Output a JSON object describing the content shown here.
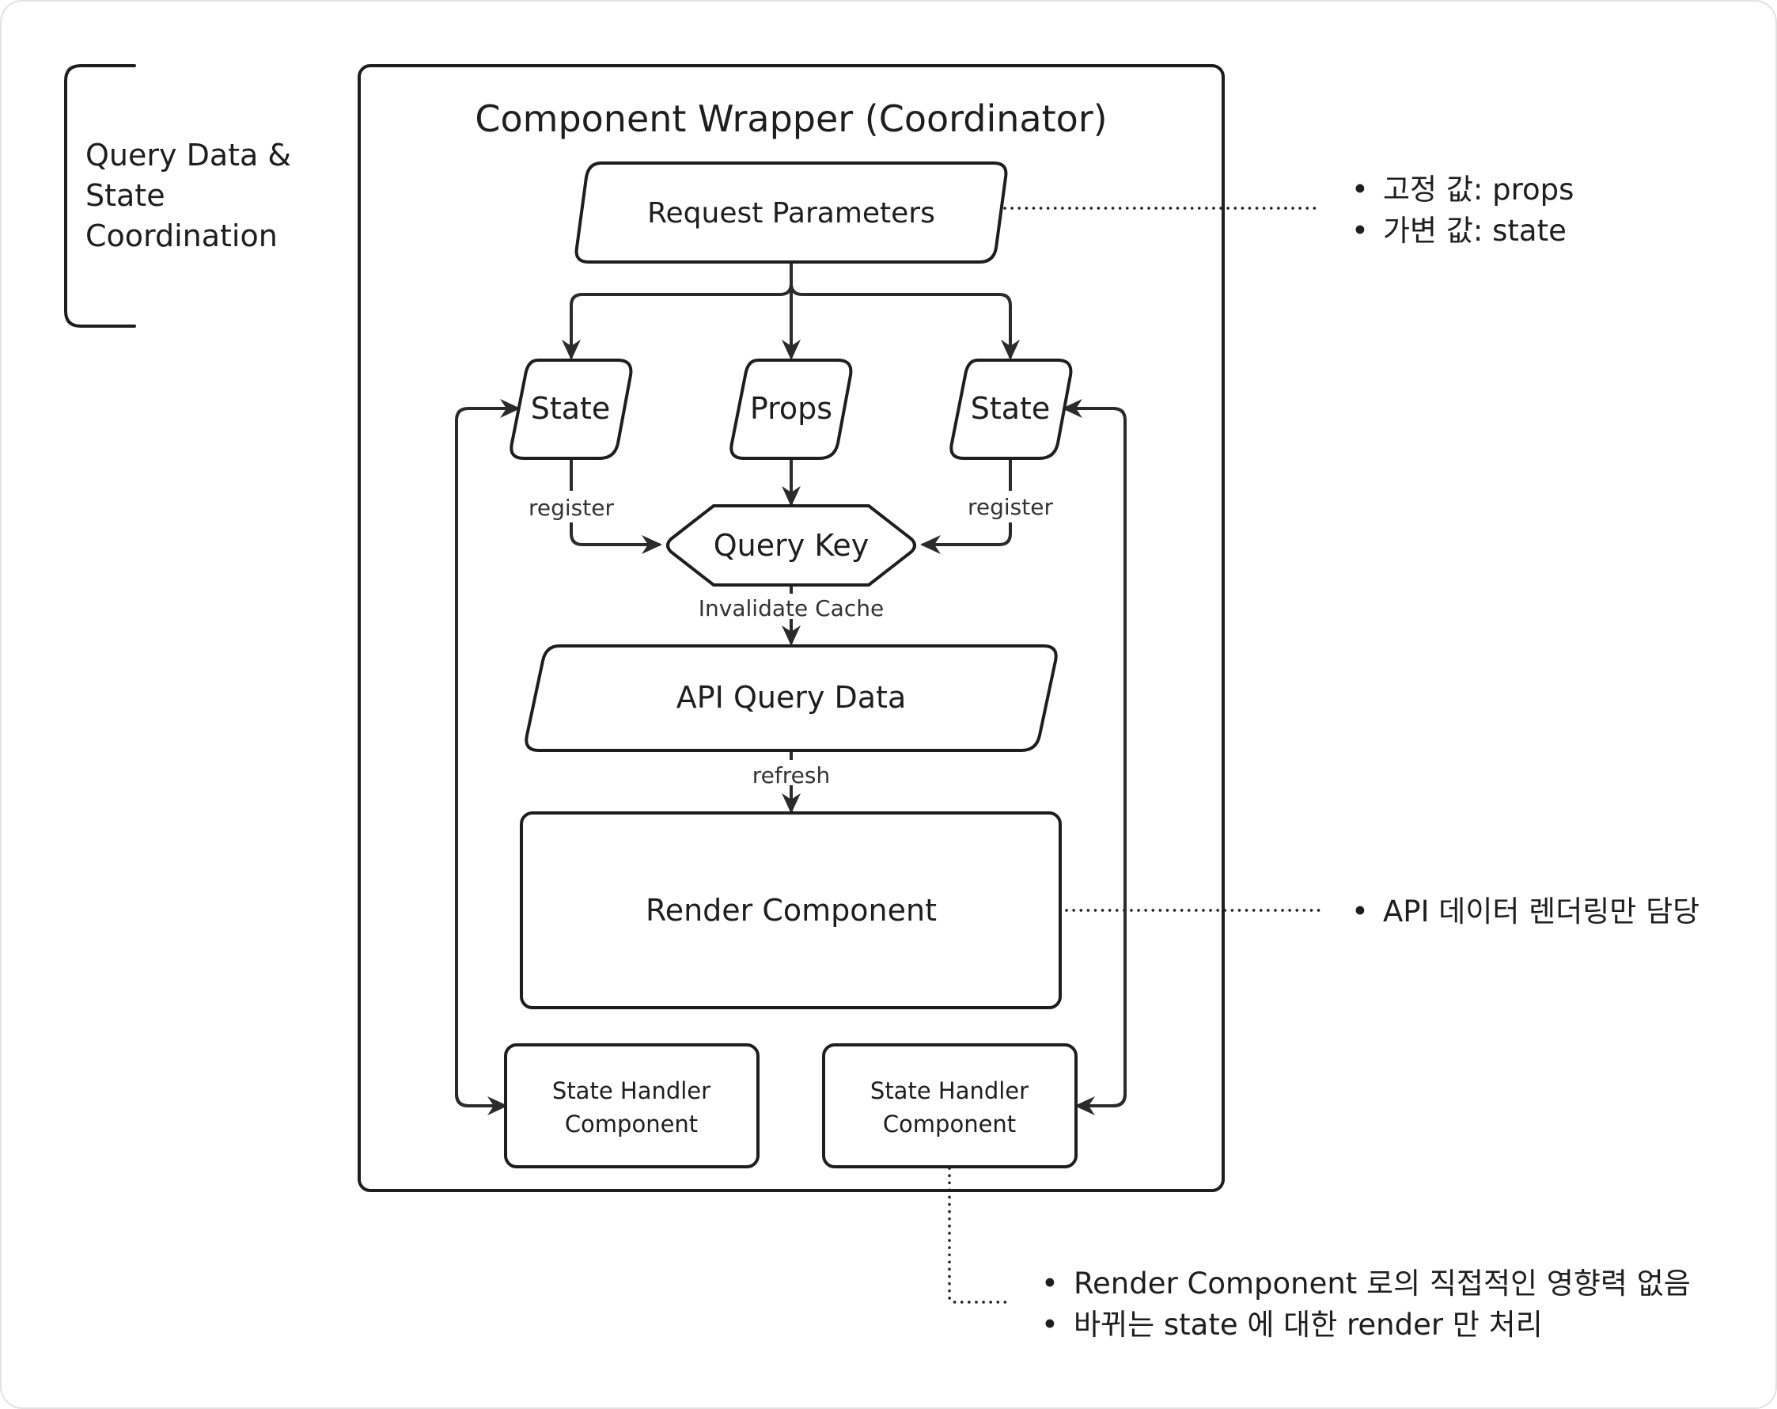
{
  "side_label": {
    "lines": [
      "Query Data &",
      "State",
      "Coordination"
    ]
  },
  "wrapper": {
    "title": "Component Wrapper (Coordinator)"
  },
  "nodes": {
    "request_parameters": "Request Parameters",
    "state_left": "State",
    "props": "Props",
    "state_right": "State",
    "query_key": "Query Key",
    "api_query_data": "API Query Data",
    "render_component": "Render Component",
    "state_handler_left": [
      "State Handler",
      "Component"
    ],
    "state_handler_right": [
      "State Handler",
      "Component"
    ]
  },
  "edge_labels": {
    "register_left": "register",
    "register_right": "register",
    "invalidate_cache": "Invalidate Cache",
    "refresh": "refresh"
  },
  "annotations": {
    "request_parameters": [
      "고정 값: props",
      "가변 값: state"
    ],
    "render_component": [
      "API 데이터 렌더링만 담당"
    ],
    "state_handler": [
      "Render Component 로의 직접적인 영향력 없음",
      "바뀌는 state 에 대한 render 만 처리"
    ]
  },
  "bullet_glyph": "•",
  "colors": {
    "stroke": "#1e1e1e",
    "edge": "#2b2b2b",
    "background": "#ffffff",
    "outer_border": "#e2e2e2"
  }
}
